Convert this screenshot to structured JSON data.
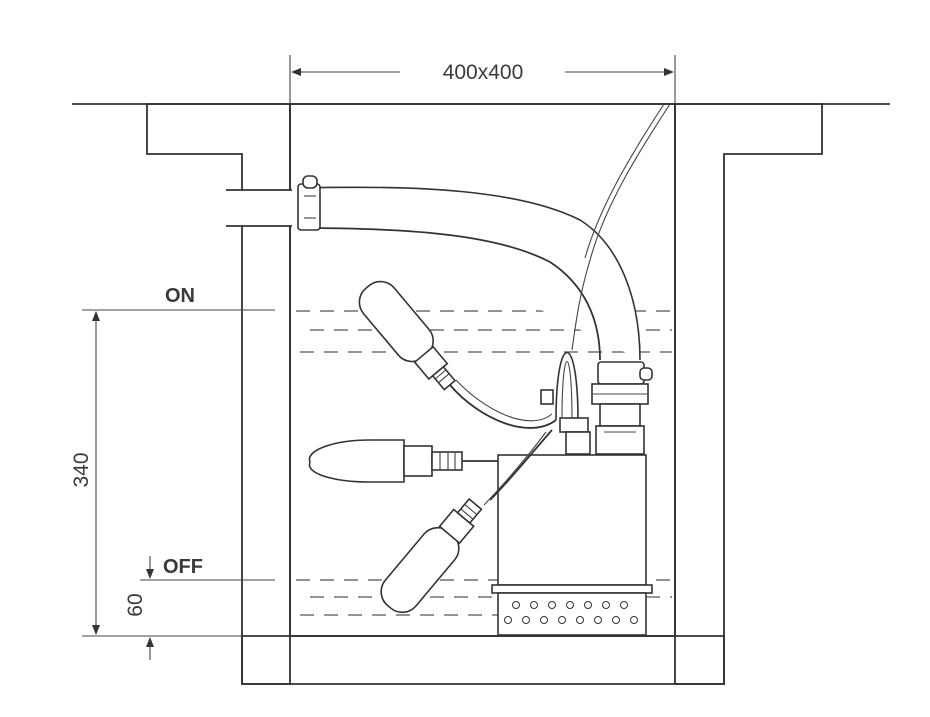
{
  "dimensions": {
    "width_label": "400x400",
    "height_label": "340",
    "offset_label": "60"
  },
  "levels": {
    "on_label": "ON",
    "off_label": "OFF"
  }
}
